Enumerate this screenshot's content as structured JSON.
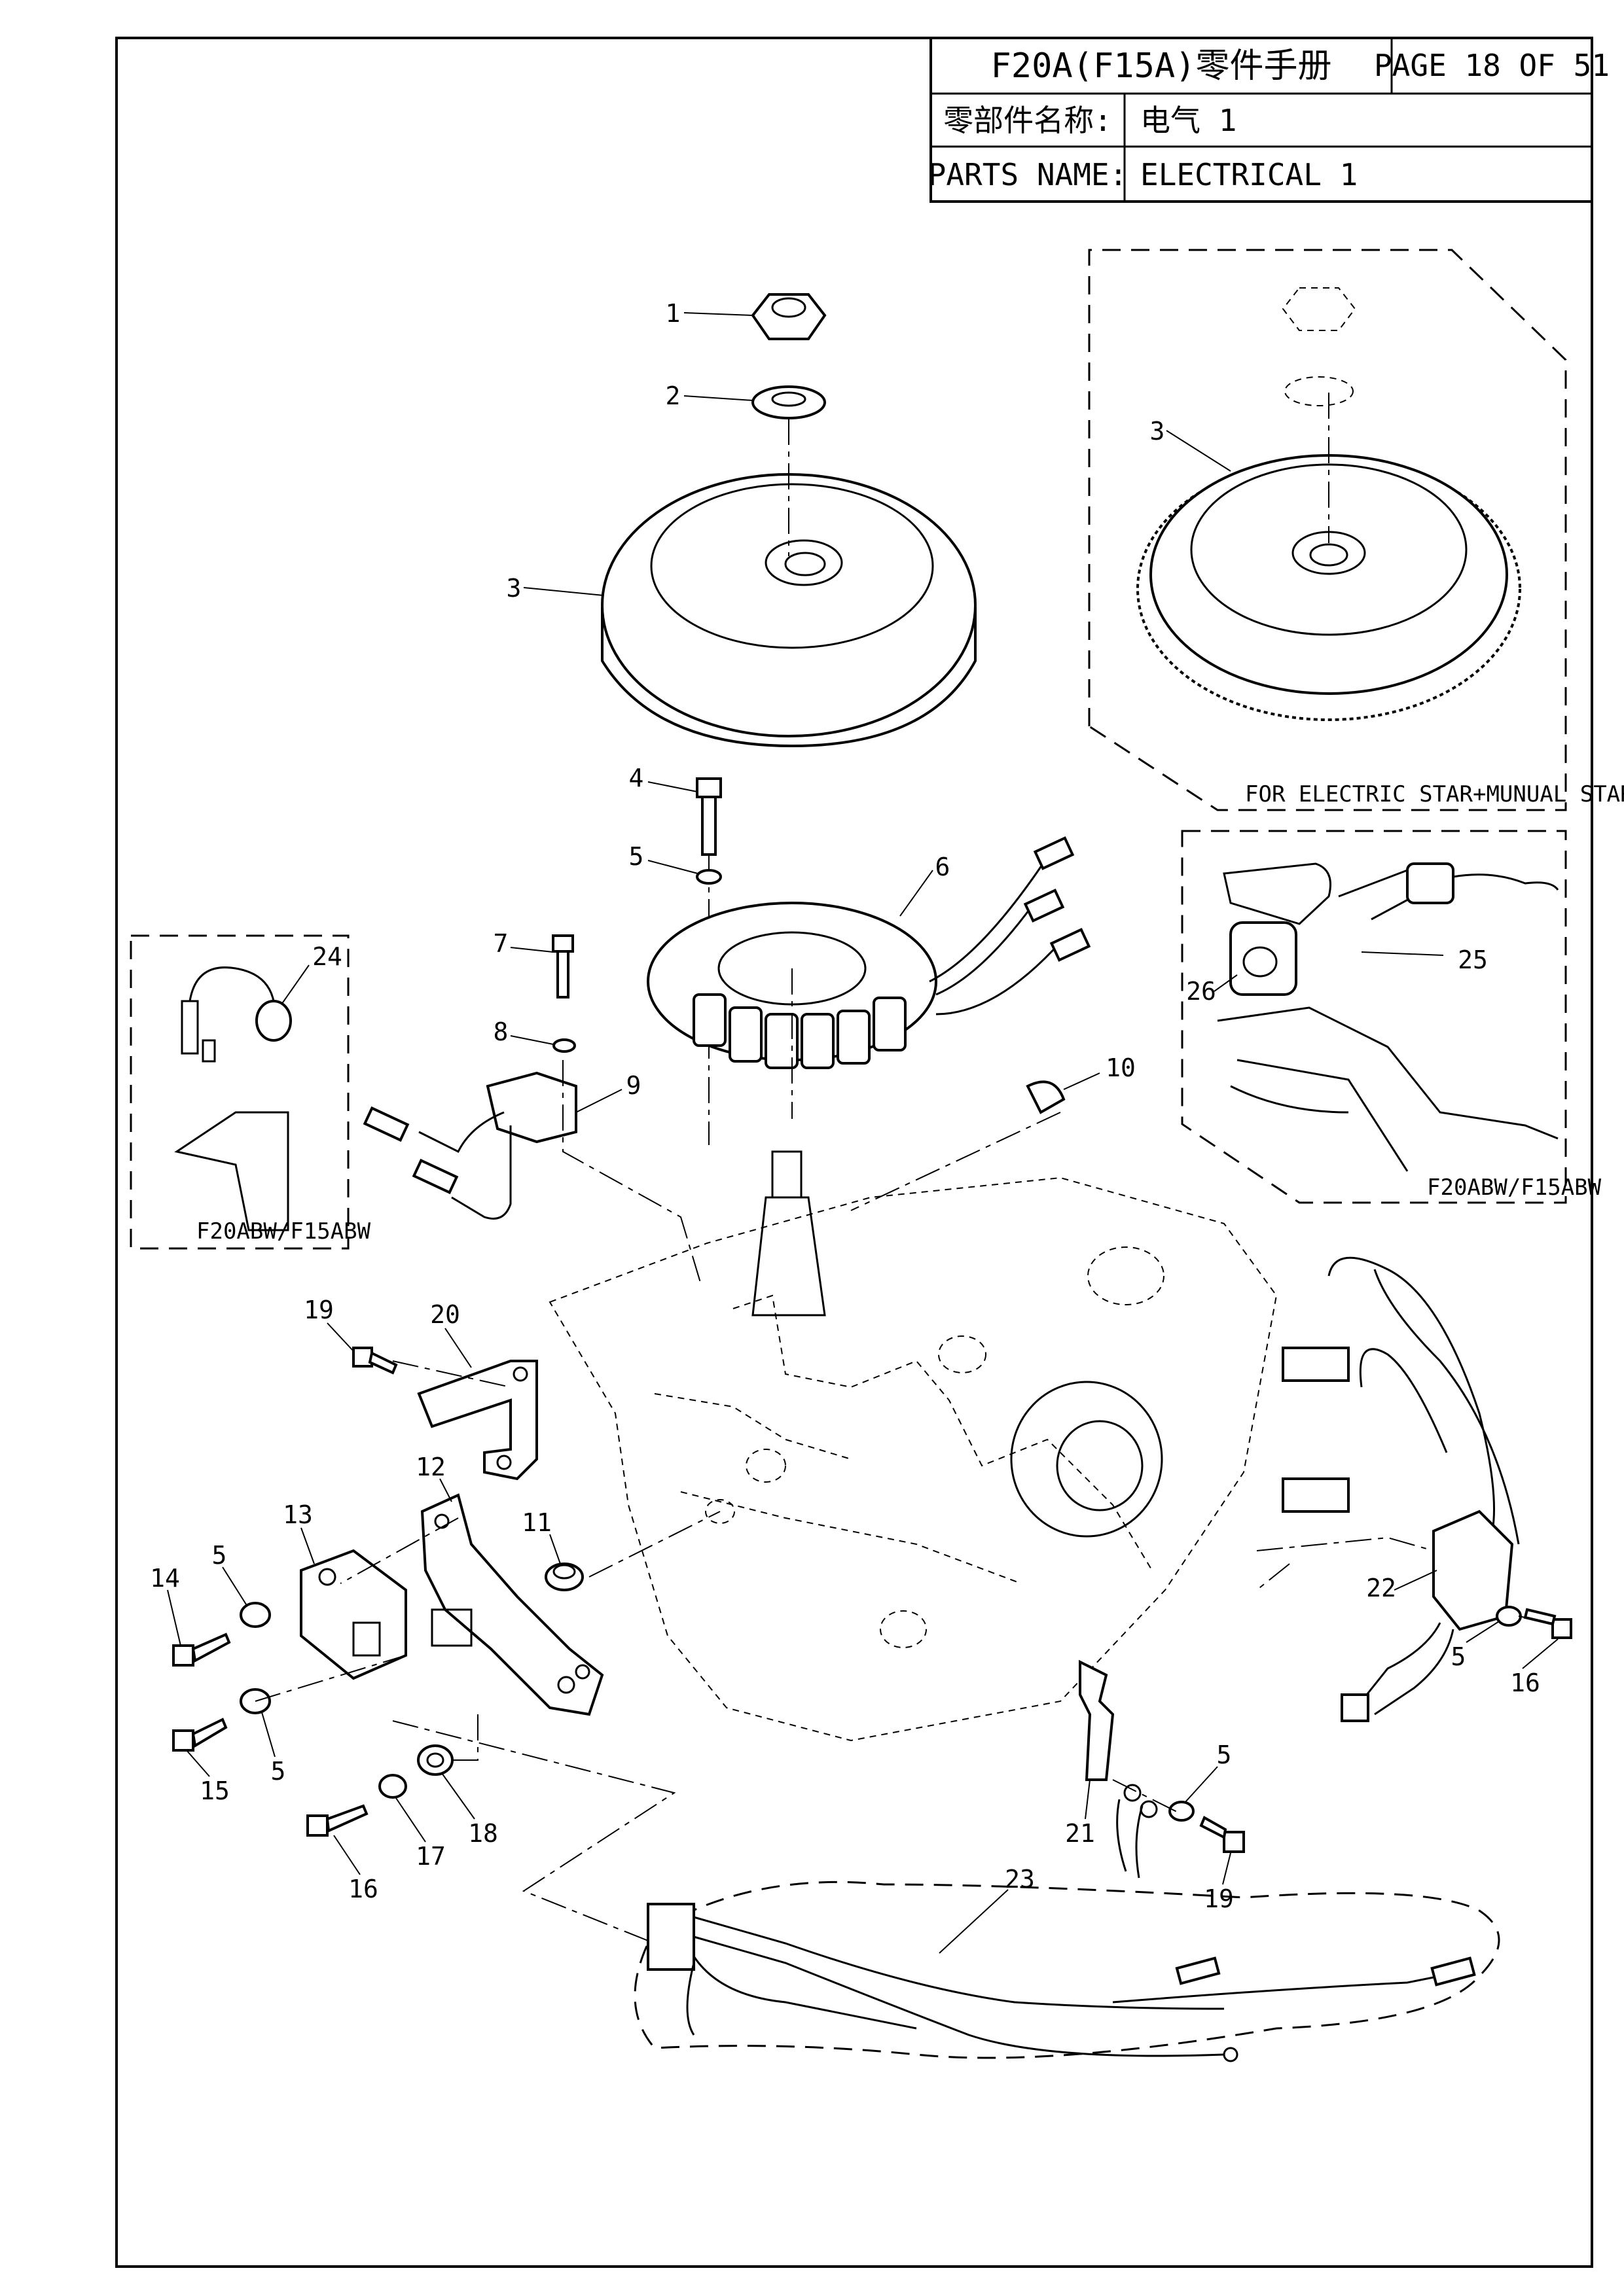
{
  "header": {
    "manual_title": "F20A(F15A)零件手册",
    "page": "PAGE 18 OF 51",
    "name_label_cn": "零部件名称:",
    "name_value_cn": "电气 1",
    "name_label_en": "PARTS NAME:",
    "name_value_en": "ELECTRICAL 1"
  },
  "insets": {
    "electric_start_caption": "FOR ELECTRIC STAR+MUNUAL STAR",
    "right_variant_caption": "F20ABW/F15ABW",
    "left_variant_caption": "F20ABW/F15ABW"
  },
  "callouts": {
    "c1": "1",
    "c2": "2",
    "c3": "3",
    "c3b": "3",
    "c4": "4",
    "c5a": "5",
    "c6": "6",
    "c7": "7",
    "c8": "8",
    "c9": "9",
    "c10": "10",
    "c11": "11",
    "c12": "12",
    "c13": "13",
    "c14": "14",
    "c5b": "5",
    "c15": "15",
    "c5c": "5",
    "c16a": "16",
    "c17": "17",
    "c18": "18",
    "c19a": "19",
    "c20": "20",
    "c21": "21",
    "c5d": "5",
    "c19b": "19",
    "c22": "22",
    "c5e": "5",
    "c16b": "16",
    "c23": "23",
    "c24": "24",
    "c25": "25",
    "c26": "26"
  }
}
